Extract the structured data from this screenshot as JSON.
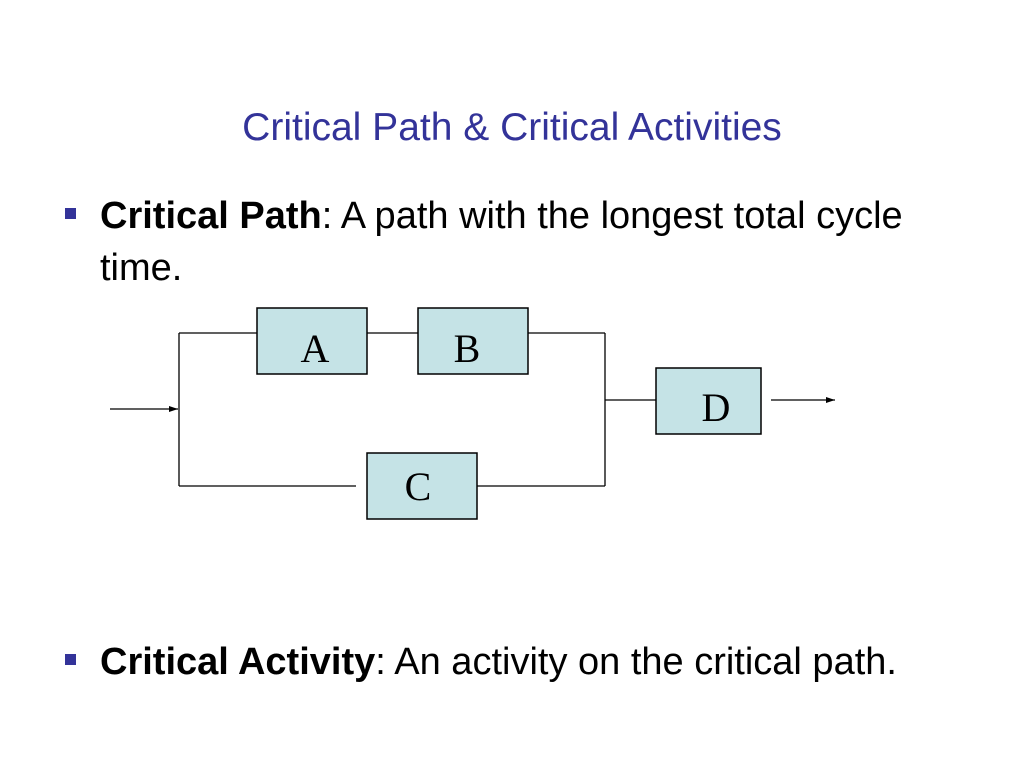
{
  "slide": {
    "title": "Critical Path & Critical Activities"
  },
  "bullets": [
    {
      "term": "Critical Path",
      "definition": ": A path with the longest total cycle time."
    },
    {
      "term": "Critical Activity",
      "definition": ": An activity on the critical path."
    }
  ],
  "diagram": {
    "nodes": [
      {
        "id": "A",
        "label": "A"
      },
      {
        "id": "B",
        "label": "B"
      },
      {
        "id": "C",
        "label": "C"
      },
      {
        "id": "D",
        "label": "D"
      }
    ],
    "edges": [
      {
        "from": "input",
        "to": "A"
      },
      {
        "from": "input",
        "to": "C"
      },
      {
        "from": "A",
        "to": "B"
      },
      {
        "from": "B",
        "to": "D"
      },
      {
        "from": "C",
        "to": "D"
      },
      {
        "from": "D",
        "to": "output"
      }
    ],
    "colors": {
      "node_fill": "#c5e3e6",
      "title": "#333399",
      "bullet_marker": "#333399"
    }
  }
}
